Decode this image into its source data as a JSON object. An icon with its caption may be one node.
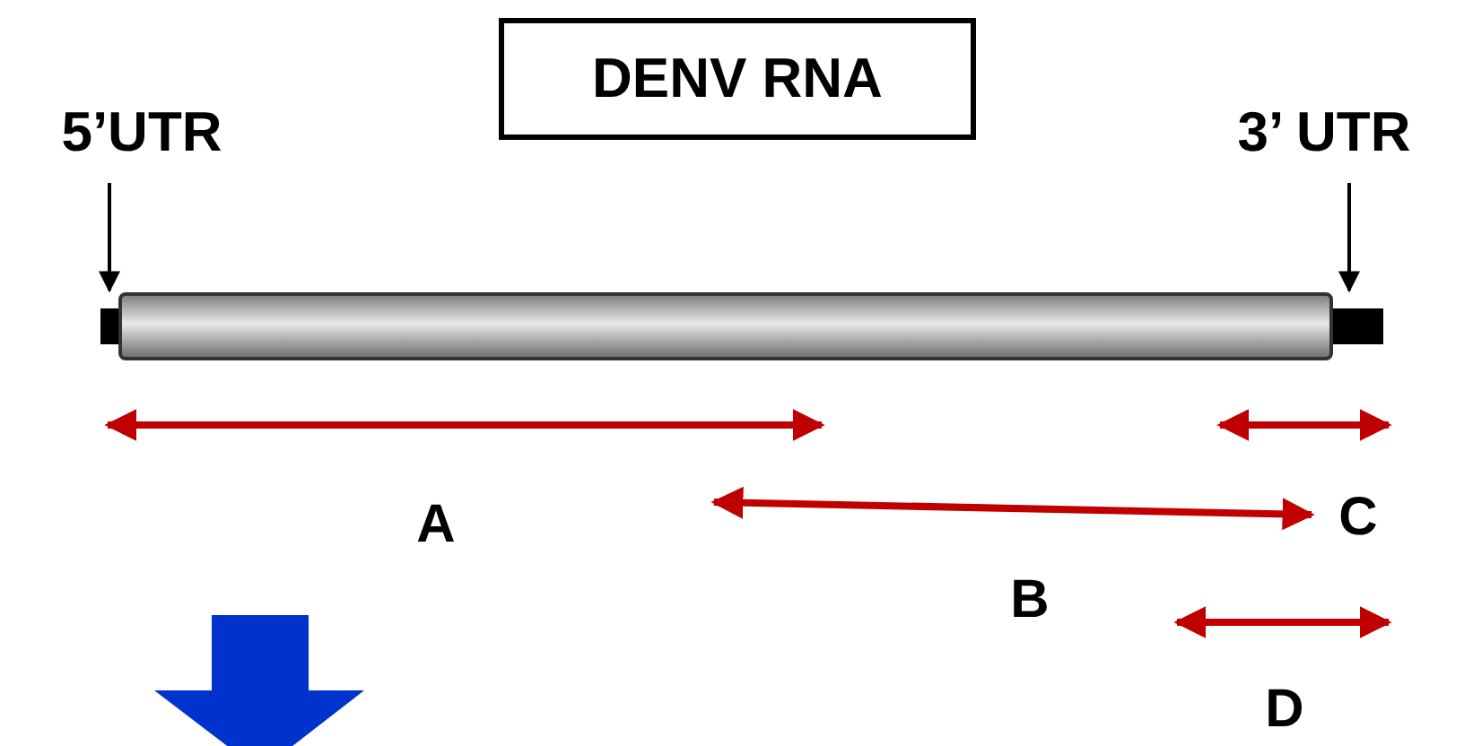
{
  "diagram": {
    "nodes": [
      {
        "text": [
          "DENV RNA"
        ]
      },
      {
        "text": [
          "5’UTR"
        ]
      },
      {
        "text": [
          "3’ UTR"
        ]
      },
      {
        "text": [],
        "shape": "bar"
      },
      {
        "text": [],
        "shape": "cylinder"
      },
      {
        "text": [],
        "shape": "bar"
      }
    ],
    "edges": [
      {
        "from": 1,
        "to": 3,
        "arrow": "to"
      },
      {
        "from": 2,
        "to": 5,
        "arrow": "to"
      }
    ],
    "labels": [
      "A",
      "C",
      "B",
      "D"
    ]
  }
}
